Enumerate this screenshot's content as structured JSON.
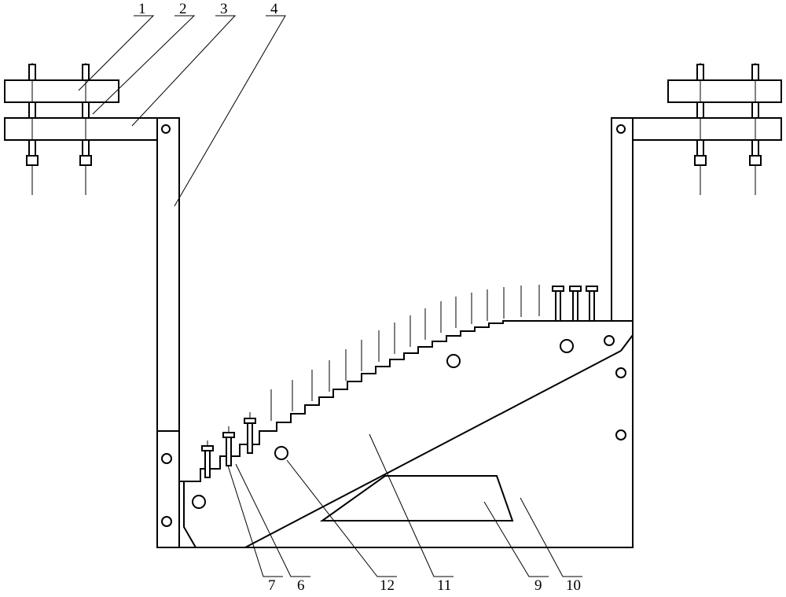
{
  "diagram": {
    "labels": {
      "top": [
        "1",
        "2",
        "3",
        "4"
      ],
      "bottom": [
        "7",
        "6",
        "12",
        "11",
        "9",
        "10"
      ]
    },
    "colors": {
      "line": "#000000",
      "background": "#ffffff"
    }
  }
}
